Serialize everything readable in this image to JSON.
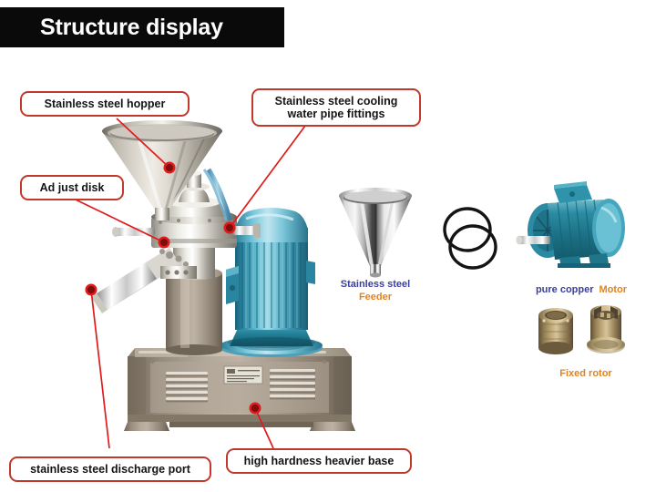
{
  "header": {
    "title": "Structure display"
  },
  "callouts": [
    {
      "id": "hopper",
      "name": "callout-stainless-steel-hopper",
      "text": "Stainless steel hopper"
    },
    {
      "id": "cooling",
      "name": "callout-cooling-water-pipe-fittings",
      "text": "Stainless steel cooling\nwater pipe fittings"
    },
    {
      "id": "adjust",
      "name": "callout-adjust-disk",
      "text": "Ad just disk"
    },
    {
      "id": "discharge",
      "name": "callout-discharge-port",
      "text": "stainless steel discharge port"
    },
    {
      "id": "base",
      "name": "callout-heavier-base",
      "text": "high hardness heavier base"
    }
  ],
  "parts": [
    {
      "id": "feeder",
      "name": "part-label-feeder",
      "line1": "Stainless steel",
      "line2": "Feeder"
    },
    {
      "id": "motor",
      "name": "part-label-motor",
      "line1": "pure copper",
      "line2": "Motor"
    },
    {
      "id": "rotor",
      "name": "part-label-fixed-rotor",
      "line1": "",
      "line2": "Fixed rotor"
    }
  ],
  "colors": {
    "title_bg": "#0a0a0a",
    "title_text": "#ffffff",
    "callout_border": "#c0392b",
    "callout_text": "#141414",
    "leader_line": "#e01b1b",
    "leader_dot": "#8b0f10",
    "label_blue": "#3b3f9e",
    "label_orange": "#e08422",
    "machine_motor": "#3c9ab4",
    "machine_base": "#a79c8e",
    "machine_steel": "#d8d6cf",
    "part_brass": "#b49c6c"
  },
  "machine": {
    "name": "colloid-mill-machine",
    "components": [
      "stainless-steel-hopper",
      "cooling-water-pipe-fittings",
      "adjust-disk",
      "grinding-head",
      "discharge-chute",
      "support-column",
      "drive-motor",
      "cast-base"
    ]
  },
  "accessories": [
    {
      "id": "feeder-cone",
      "name": "accessory-feeder-cone"
    },
    {
      "id": "o-rings",
      "name": "accessory-o-rings"
    },
    {
      "id": "motor-unit",
      "name": "accessory-electric-motor"
    },
    {
      "id": "rotor-set",
      "name": "accessory-fixed-rotor-set"
    }
  ]
}
